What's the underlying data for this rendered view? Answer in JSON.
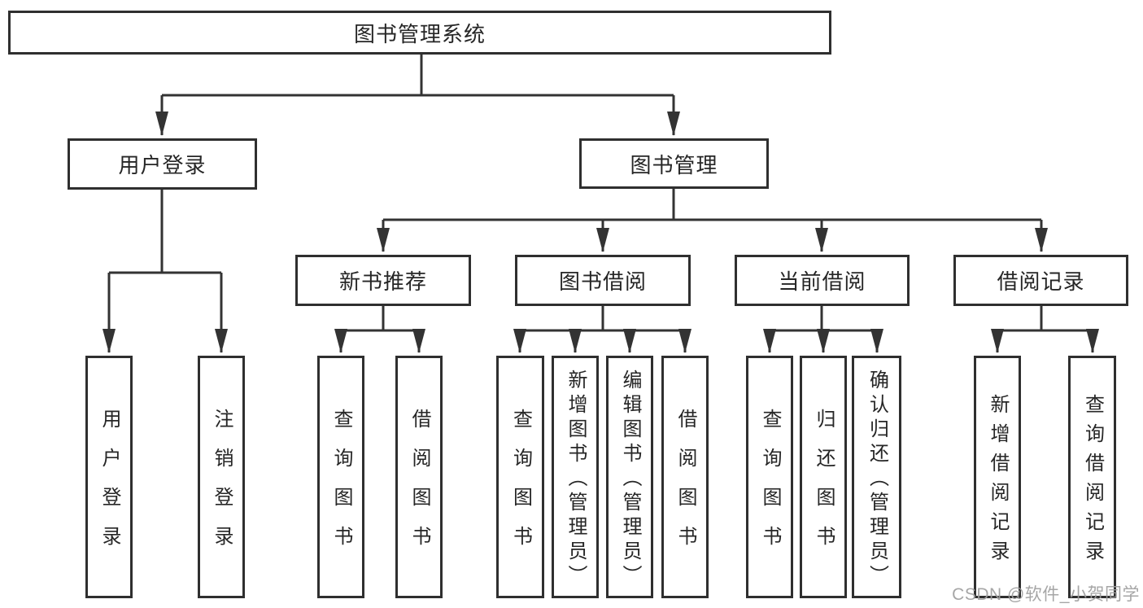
{
  "tree": {
    "label": "图书管理系统",
    "children": [
      {
        "label": "用户登录",
        "children": [
          {
            "label": "用户登录"
          },
          {
            "label": "注销登录"
          }
        ]
      },
      {
        "label": "图书管理",
        "children": [
          {
            "label": "新书推荐",
            "children": [
              {
                "label": "查询图书"
              },
              {
                "label": "借阅图书"
              }
            ]
          },
          {
            "label": "图书借阅",
            "children": [
              {
                "label": "查询图书"
              },
              {
                "label": "新增图书（管理员）"
              },
              {
                "label": "编辑图书（管理员）"
              },
              {
                "label": "借阅图书"
              }
            ]
          },
          {
            "label": "当前借阅",
            "children": [
              {
                "label": "查询图书"
              },
              {
                "label": "归还图书"
              },
              {
                "label": "确认归还（管理员）"
              }
            ]
          },
          {
            "label": "借阅记录",
            "children": [
              {
                "label": "新增借阅记录"
              },
              {
                "label": "查询借阅记录"
              }
            ]
          }
        ]
      }
    ]
  },
  "watermark": {
    "text": "CSDN @软件_小贺同学"
  },
  "colors": {
    "background": "#ffffff",
    "line": "#333333",
    "box_border": "#2f2f2f",
    "text": "#262626",
    "watermark": "#9e9e9e"
  }
}
